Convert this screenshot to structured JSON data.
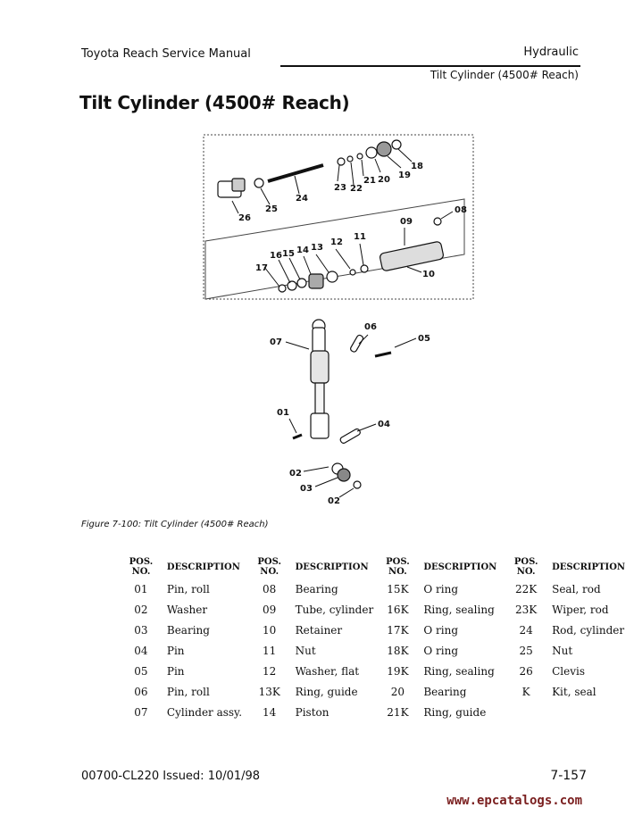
{
  "header": {
    "manual_title": "Toyota Reach Service Manual",
    "section": "Hydraulic",
    "subsection": "Tilt Cylinder (4500# Reach)"
  },
  "page_title": "Tilt Cylinder (4500# Reach)",
  "diagram_labels": [
    "01",
    "02",
    "03",
    "02",
    "04",
    "05",
    "06",
    "07",
    "08",
    "09",
    "10",
    "11",
    "12",
    "13",
    "14",
    "15",
    "16",
    "17",
    "18",
    "19",
    "20",
    "21",
    "22",
    "23",
    "24",
    "25",
    "26"
  ],
  "figure_caption": "Figure 7-100:  Tilt Cylinder (4500# Reach)",
  "table": {
    "col_pos": "POS. NO.",
    "col_desc": "DESCRIPTION",
    "rows": [
      [
        {
          "pos": "01",
          "desc": "Pin, roll"
        },
        {
          "pos": "08",
          "desc": "Bearing"
        },
        {
          "pos": "15K",
          "desc": "O ring"
        },
        {
          "pos": "22K",
          "desc": "Seal, rod"
        }
      ],
      [
        {
          "pos": "02",
          "desc": "Washer"
        },
        {
          "pos": "09",
          "desc": "Tube, cylinder"
        },
        {
          "pos": "16K",
          "desc": "Ring, sealing"
        },
        {
          "pos": "23K",
          "desc": "Wiper, rod"
        }
      ],
      [
        {
          "pos": "03",
          "desc": "Bearing"
        },
        {
          "pos": "10",
          "desc": "Retainer"
        },
        {
          "pos": "17K",
          "desc": "O ring"
        },
        {
          "pos": "24",
          "desc": "Rod, cylinder"
        }
      ],
      [
        {
          "pos": "04",
          "desc": "Pin"
        },
        {
          "pos": "11",
          "desc": "Nut"
        },
        {
          "pos": "18K",
          "desc": "O ring"
        },
        {
          "pos": "25",
          "desc": "Nut"
        }
      ],
      [
        {
          "pos": "05",
          "desc": "Pin"
        },
        {
          "pos": "12",
          "desc": "Washer, flat"
        },
        {
          "pos": "19K",
          "desc": "Ring, sealing"
        },
        {
          "pos": "26",
          "desc": "Clevis"
        }
      ],
      [
        {
          "pos": "06",
          "desc": "Pin, roll"
        },
        {
          "pos": "13K",
          "desc": "Ring, guide"
        },
        {
          "pos": "20",
          "desc": "Bearing"
        },
        {
          "pos": "K",
          "desc": "Kit, seal"
        }
      ],
      [
        {
          "pos": "07",
          "desc": "Cylinder assy."
        },
        {
          "pos": "14",
          "desc": "Piston"
        },
        {
          "pos": "21K",
          "desc": "Ring, guide"
        },
        {
          "pos": "",
          "desc": ""
        }
      ]
    ]
  },
  "footer": {
    "doc_issue": "00700-CL220 Issued:  10/01/98",
    "page_number": "7-157"
  },
  "watermark": "www.epcatalogs.com"
}
